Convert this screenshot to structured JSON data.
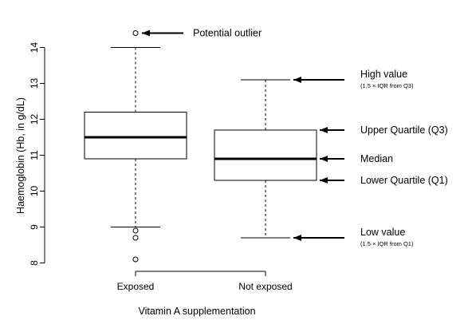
{
  "chart_data": {
    "type": "box",
    "title": "",
    "xlabel": "Vitamin A supplementation",
    "ylabel": "Haemoglobin (Hb, in g/dL)",
    "ylim": [
      8,
      14
    ],
    "yticks": [
      "8",
      "9",
      "10",
      "11",
      "12",
      "13",
      "14"
    ],
    "grid": false,
    "legend": "none",
    "colors": {
      "line": "#000000",
      "box_fill": "#ffffff",
      "background": "#ffffff"
    },
    "categories": [
      "Exposed",
      "Not exposed"
    ],
    "series": [
      {
        "category": "Exposed",
        "whisker_low": 9.0,
        "q1": 10.9,
        "median": 11.5,
        "q3": 12.2,
        "whisker_high": 14.0,
        "outliers": [
          14.4,
          8.9,
          8.7,
          8.1
        ]
      },
      {
        "category": "Not exposed",
        "whisker_low": 8.7,
        "q1": 10.3,
        "median": 10.9,
        "q3": 11.7,
        "whisker_high": 13.1,
        "outliers": []
      }
    ],
    "annotations": [
      {
        "label": "Potential outlier",
        "sub": "",
        "series": 0,
        "value": 14.4
      },
      {
        "label": "High value",
        "sub": "(1.5 × IQR from Q3)",
        "series": 1,
        "value": 13.1
      },
      {
        "label": "Upper Quartile (Q3)",
        "sub": "",
        "series": 1,
        "value": 11.7
      },
      {
        "label": "Median",
        "sub": "",
        "series": 1,
        "value": 10.9
      },
      {
        "label": "Lower Quartile (Q1)",
        "sub": "",
        "series": 1,
        "value": 10.3
      },
      {
        "label": "Low value",
        "sub": "(1.5 × IQR from Q1)",
        "series": 1,
        "value": 8.7
      }
    ]
  }
}
